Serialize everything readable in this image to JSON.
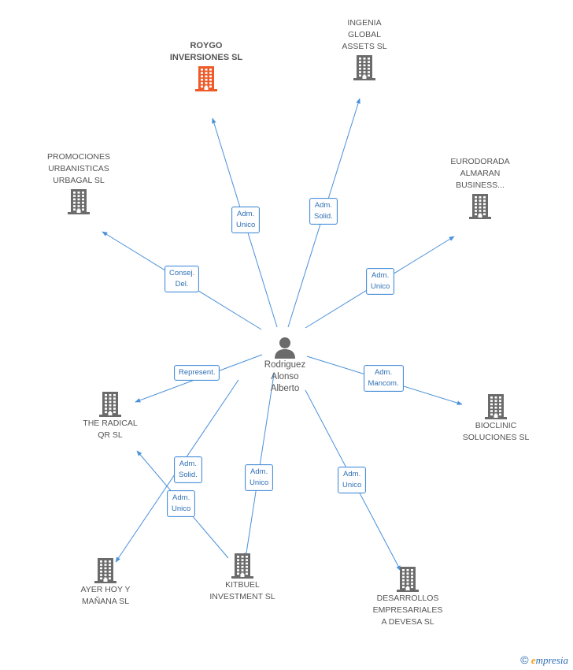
{
  "person": {
    "name_lines": [
      "Rodriguez",
      "Alonso",
      "Alberto"
    ]
  },
  "companies": [
    {
      "id": "roygo",
      "lines": [
        "ROYGO",
        "INVERSIONES SL"
      ],
      "highlight": true
    },
    {
      "id": "ingenia",
      "lines": [
        "INGENIA",
        "GLOBAL",
        "ASSETS  SL"
      ],
      "highlight": false
    },
    {
      "id": "promociones",
      "lines": [
        "PROMOCIONES",
        "URBANISTICAS",
        "URBAGAL SL"
      ],
      "highlight": false
    },
    {
      "id": "eurodorada",
      "lines": [
        "EURODORADA",
        "ALMARAN",
        "BUSINESS..."
      ],
      "highlight": false
    },
    {
      "id": "radical",
      "lines": [
        "THE RADICAL",
        "QR  SL"
      ],
      "highlight": false
    },
    {
      "id": "bioclinic",
      "lines": [
        "BIOCLINIC",
        "SOLUCIONES  SL"
      ],
      "highlight": false
    },
    {
      "id": "ayer",
      "lines": [
        "AYER HOY Y",
        "MAÑANA SL"
      ],
      "highlight": false
    },
    {
      "id": "kitbuel",
      "lines": [
        "KITBUEL",
        "INVESTMENT SL"
      ],
      "highlight": false
    },
    {
      "id": "desarrollos",
      "lines": [
        "DESARROLLOS",
        "EMPRESARIALES",
        "A DEVESA  SL"
      ],
      "highlight": false
    }
  ],
  "relations": [
    {
      "target": "roygo",
      "label_lines": [
        "Adm.",
        "Unico"
      ]
    },
    {
      "target": "ingenia",
      "label_lines": [
        "Adm.",
        "Solid."
      ]
    },
    {
      "target": "promociones",
      "label_lines": [
        "Consej.",
        "Del."
      ]
    },
    {
      "target": "eurodorada",
      "label_lines": [
        "Adm.",
        "Unico"
      ]
    },
    {
      "target": "radical",
      "label_lines": [
        "Represent."
      ]
    },
    {
      "target": "bioclinic",
      "label_lines": [
        "Adm.",
        "Mancom."
      ]
    },
    {
      "target": "kitbuel",
      "label_lines": [
        "Adm.",
        "Unico"
      ]
    },
    {
      "target": "desarrollos",
      "label_lines": [
        "Adm.",
        "Unico"
      ]
    },
    {
      "target": "ayer",
      "via": "kitbuel",
      "label_lines": [
        "Adm.",
        "Solid."
      ]
    },
    {
      "target": "radical",
      "via": "kitbuel",
      "label_lines": [
        "Adm.",
        "Unico"
      ]
    }
  ],
  "colors": {
    "edge": "#4a90d9",
    "building": "#6b6b6b",
    "building_highlight": "#f05a28",
    "person": "#6b6b6b"
  },
  "icons": {
    "company": "building-icon",
    "person": "person-icon"
  },
  "brand": {
    "copyright": "©",
    "text_first": "e",
    "text_rest": "mpresia"
  }
}
